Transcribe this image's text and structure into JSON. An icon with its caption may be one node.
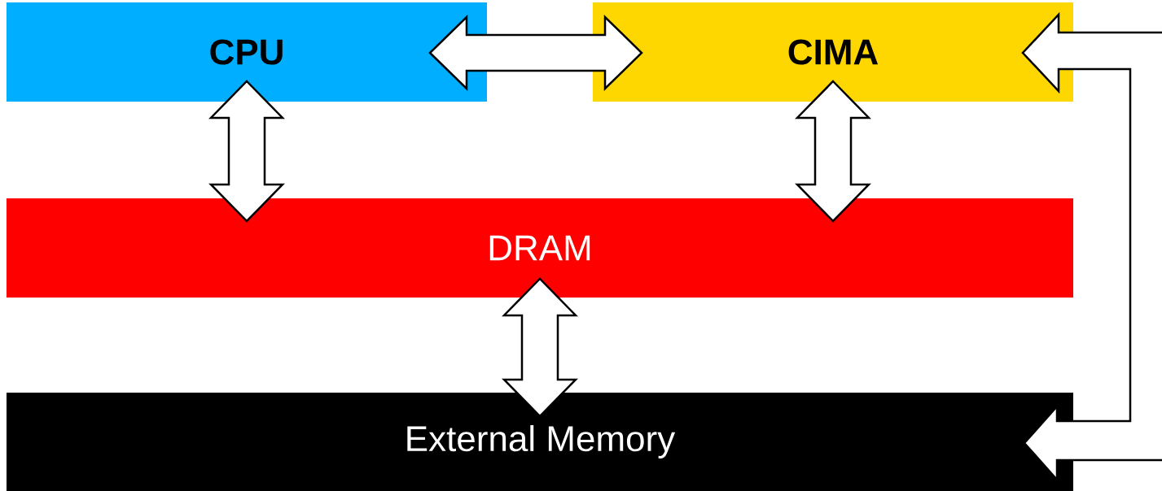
{
  "diagram": {
    "nodes": [
      {
        "text": [
          "CPU"
        ]
      },
      {
        "text": [
          "CIMA"
        ]
      },
      {
        "text": [
          "DRAM"
        ]
      },
      {
        "text": [
          "External Memory"
        ]
      }
    ],
    "edges": [
      {
        "from": 0,
        "to": 1,
        "arrow": "both"
      },
      {
        "from": 0,
        "to": 2,
        "arrow": "both"
      },
      {
        "from": 1,
        "to": 2,
        "arrow": "both"
      },
      {
        "from": 2,
        "to": 3,
        "arrow": "both"
      },
      {
        "from": 1,
        "to": 3,
        "arrow": "both"
      }
    ]
  }
}
